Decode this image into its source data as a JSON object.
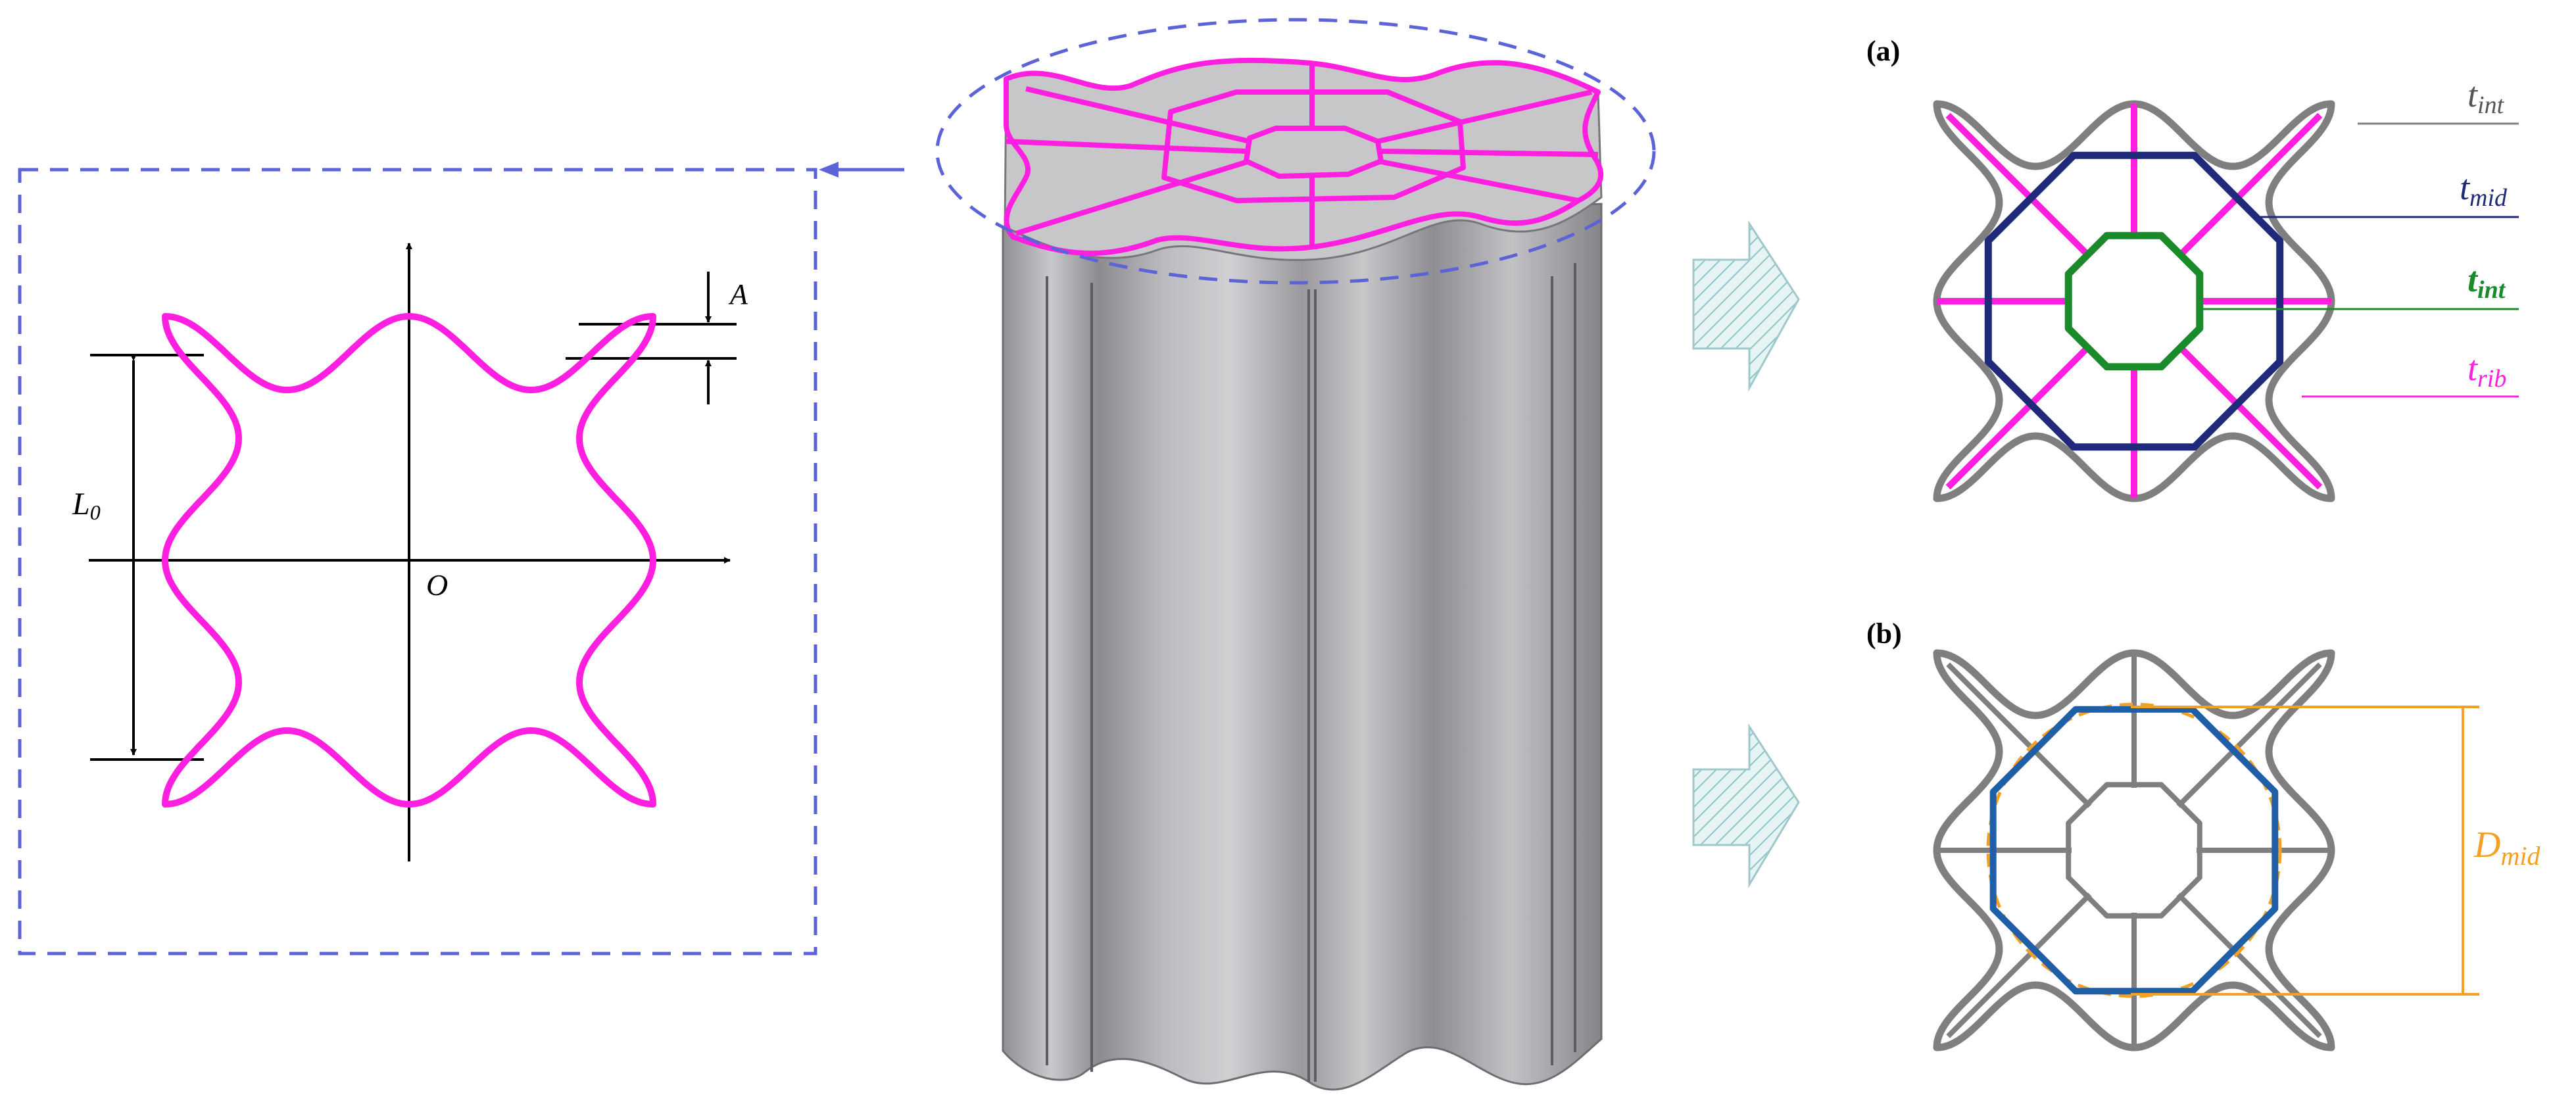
{
  "left_panel": {
    "label_amplitude": "A",
    "label_length": "L",
    "label_length_sub": "0",
    "label_origin": "O"
  },
  "panel_a": {
    "tag": "(a)",
    "labels": [
      {
        "base": "t",
        "sub": "int",
        "color": "#7f7f7f"
      },
      {
        "base": "t",
        "sub": "mid",
        "color": "#1f2a7a"
      },
      {
        "base": "t",
        "sub": "int",
        "color": "#1a8a2a"
      },
      {
        "base": "t",
        "sub": "rib",
        "color": "#ff2bd6"
      }
    ]
  },
  "panel_b": {
    "tag": "(b)",
    "label_base": "D",
    "label_sub": "mid",
    "label_color": "#f2a125"
  },
  "colors": {
    "profile_magenta": "#ff1fe0",
    "dashed_blue": "#5b63d6",
    "tube_gray": "#a9a9ad",
    "outline_gray": "#7f7f7f",
    "mid_navy": "#1f2a7a",
    "mid_blue": "#1f5fa8",
    "int_green": "#1a8a2a",
    "orange": "#f2a125",
    "arrow_fill": "#d8f0ef",
    "arrow_edge": "#9fc7cc"
  }
}
